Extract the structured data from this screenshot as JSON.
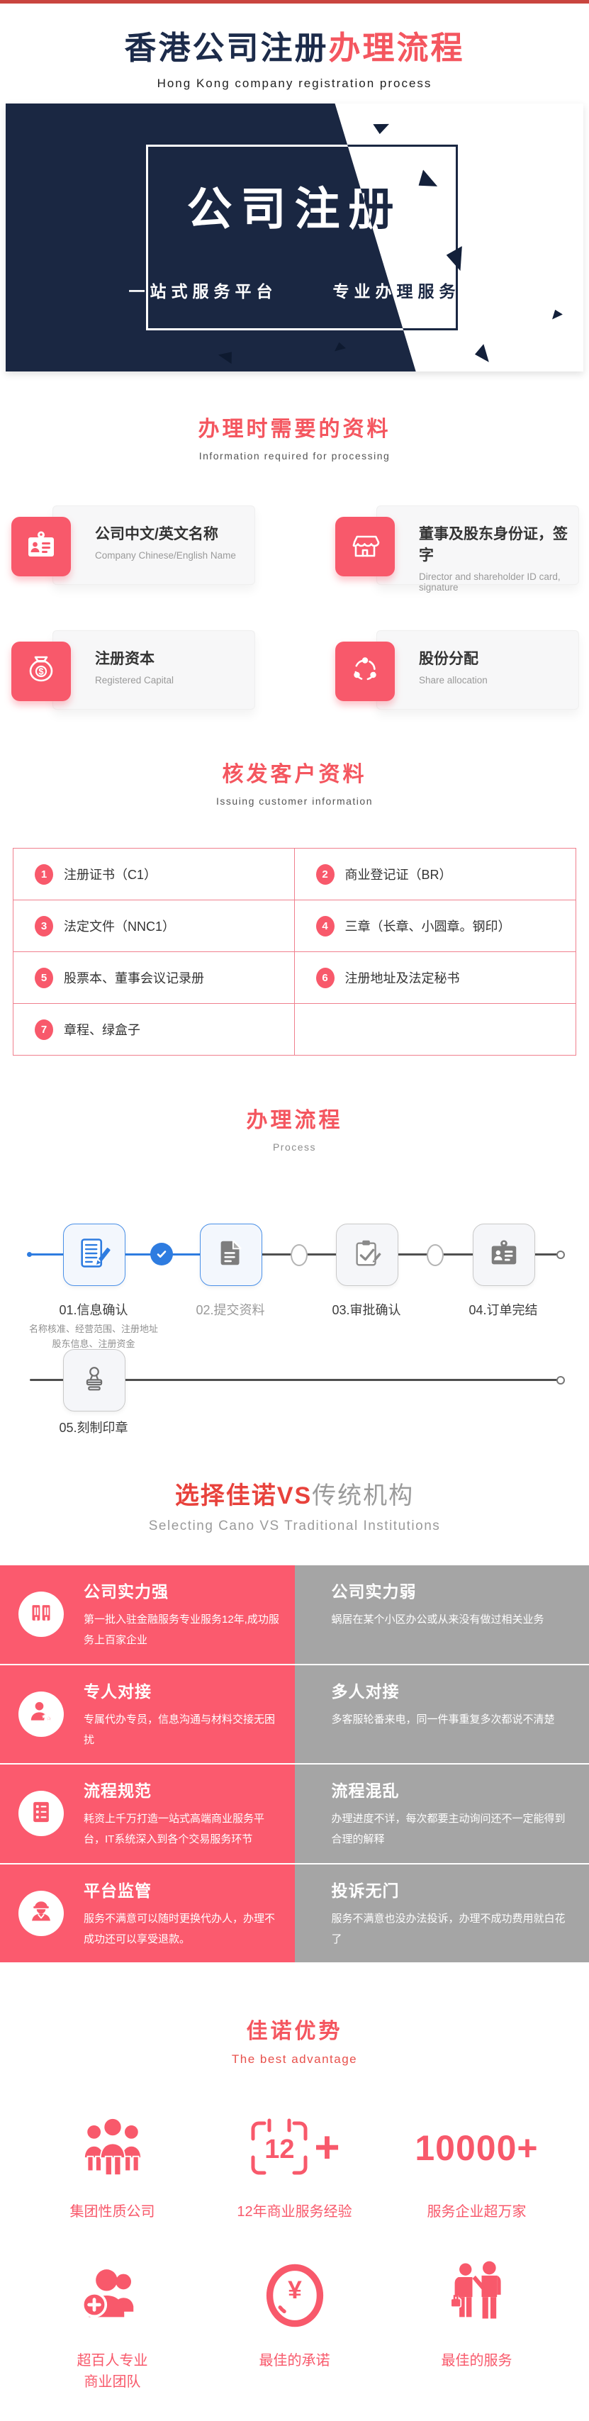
{
  "theme": {
    "accent_pink": "#f8596b",
    "accent_red": "#f4565f",
    "navy": "#1a2742",
    "process_blue": "#2e7ce0",
    "compare_gray": "#a5a5a5",
    "topbar_red": "#c9453f"
  },
  "header": {
    "title_primary": "香港公司注册",
    "title_accent": "办理流程",
    "subtitle_en": "Hong Kong company registration process"
  },
  "banner": {
    "title": "公司注册",
    "tagline_left": "一站式服务平台",
    "tagline_right": "专业办理服务"
  },
  "required_info": {
    "title": "办理时需要的资料",
    "subtitle_en": "Information required for processing",
    "cards": [
      {
        "icon": "id-card-icon",
        "title": "公司中文/英文名称",
        "subtitle": "Company Chinese/English Name"
      },
      {
        "icon": "storefront-icon",
        "title": "董事及股东身份证，签字",
        "subtitle": "Director and shareholder ID card, signature"
      },
      {
        "icon": "money-bag-icon",
        "title": "注册资本",
        "subtitle": "Registered Capital"
      },
      {
        "icon": "share-icon",
        "title": "股份分配",
        "subtitle": "Share allocation"
      }
    ]
  },
  "issued_info": {
    "title": "核发客户资料",
    "subtitle_en": "Issuing customer information",
    "items": [
      {
        "num": "1",
        "text": "注册证书（C1）"
      },
      {
        "num": "2",
        "text": "商业登记证（BR）"
      },
      {
        "num": "3",
        "text": "法定文件（NNC1）"
      },
      {
        "num": "4",
        "text": "三章（长章、小圆章。钢印）"
      },
      {
        "num": "5",
        "text": "股票本、董事会议记录册"
      },
      {
        "num": "6",
        "text": "注册地址及法定秘书"
      },
      {
        "num": "7",
        "text": "章程、绿盒子"
      }
    ]
  },
  "process": {
    "title": "办理流程",
    "subtitle_en": "Process",
    "steps": [
      {
        "label": "01.信息确认",
        "note1": "名称核准、经营范围、注册地址",
        "note2": "股东信息、注册资金"
      },
      {
        "label": "02.提交资料"
      },
      {
        "label": "03.审批确认"
      },
      {
        "label": "04.订单完结"
      },
      {
        "label": "05.刻制印章"
      }
    ]
  },
  "compare": {
    "title_accent": "选择佳诺VS",
    "title_muted": "传统机构",
    "subtitle_en": "Selecting Cano VS Traditional Institutions",
    "rows": [
      {
        "left_title": "公司实力强",
        "left_desc": "第一批入驻金融服务专业服务12年,成功服务上百家企业",
        "right_title": "公司实力弱",
        "right_desc": "蜗居在某个小区办公或从来没有做过相关业务"
      },
      {
        "left_title": "专人对接",
        "left_desc": "专属代办专员，信息沟通与材料交接无困扰",
        "right_title": "多人对接",
        "right_desc": "多客服轮番来电，同一件事重复多次都说不清楚"
      },
      {
        "left_title": "流程规范",
        "left_desc": "耗资上千万打造一站式高端商业服务平台，IT系统深入到各个交易服务环节",
        "right_title": "流程混乱",
        "right_desc": "办理进度不详，每次都要主动询问还不一定能得到合理的解释"
      },
      {
        "left_title": "平台监管",
        "left_desc": "服务不满意可以随时更换代办人，办理不成功还可以享受退款。",
        "right_title": "投诉无门",
        "right_desc": "服务不满意也没办法投诉，办理不成功费用就白花了"
      }
    ]
  },
  "advantages": {
    "title": "佳诺优势",
    "subtitle_en": "The best advantage",
    "items": [
      {
        "icon": "team-icon",
        "label": "集团性质公司"
      },
      {
        "icon": "calendar-12-plus-icon",
        "calendar_number": "12",
        "plus": "+",
        "label": "12年商业服务经验"
      },
      {
        "stat": "10000+",
        "label": "服务企业超万家"
      },
      {
        "icon": "members-plus-icon",
        "label": "超百人专业",
        "label2": "商业团队"
      },
      {
        "icon": "yen-coin-icon",
        "label": "最佳的承诺"
      },
      {
        "icon": "handshake-icon",
        "label": "最佳的服务"
      }
    ]
  }
}
